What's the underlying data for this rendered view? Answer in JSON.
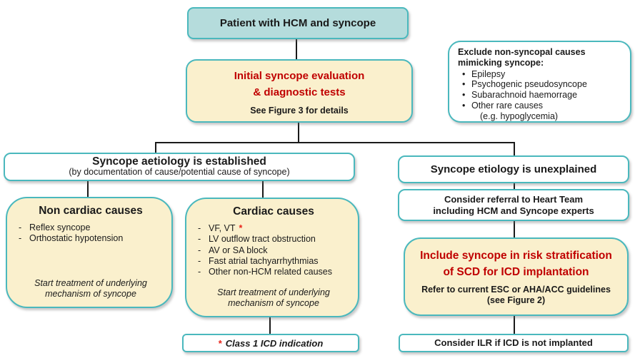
{
  "colors": {
    "border_teal": "#4ab8bd",
    "fill_teal": "#b5dcdc",
    "fill_cream": "#faf0cd",
    "fill_white": "#ffffff",
    "text_black": "#1a1a1a",
    "text_red": "#c00000",
    "asterisk_red": "#e8231a",
    "connector": "#1a1a1a"
  },
  "symbols": {
    "bullet": "•",
    "dash": "-",
    "asterisk": "*"
  },
  "nodes": {
    "patient": {
      "label": "Patient with HCM and syncope"
    },
    "initial": {
      "title_line1": "Initial syncope evaluation",
      "title_line2": "& diagnostic tests",
      "subtitle": "See Figure 3 for details"
    },
    "exclude": {
      "heading_line1": "Exclude non-syncopal causes",
      "heading_line2": "mimicking syncope:",
      "items": [
        "Epilepsy",
        "Psychogenic pseudosyncope",
        "Subarachnoid haemorrage",
        "Other rare causes"
      ],
      "item_note": "(e.g. hypoglycemia)"
    },
    "established": {
      "title": "Syncope aetiology is established",
      "subtitle": "(by documentation of cause/potential cause of syncope)"
    },
    "unexplained": {
      "title": "Syncope etiology is unexplained"
    },
    "noncardiac": {
      "title": "Non cardiac causes",
      "items": [
        "Reflex syncope",
        "Orthostatic hypotension"
      ],
      "footer": "Start treatment of underlying mechanism of syncope"
    },
    "cardiac": {
      "title": "Cardiac causes",
      "items": [
        "VF, VT",
        "LV outflow tract obstruction",
        "AV or SA block",
        "Fast atrial tachyarrhythmias",
        "Other non-HCM related causes"
      ],
      "footer": "Start treatment of underlying mechanism of syncope"
    },
    "referral": {
      "line1": "Consider referral to Heart Team",
      "line2": "including HCM and Syncope experts"
    },
    "risk": {
      "title_line1": "Include syncope in risk stratification",
      "title_line2": "of SCD for ICD implantation",
      "subtitle_line1": "Refer to current ESC or AHA/ACC guidelines",
      "subtitle_line2": "(see Figure 2)"
    },
    "class1": {
      "label": "Class 1 ICD indication"
    },
    "ilr": {
      "label": "Consider ILR if ICD is not implanted"
    }
  }
}
